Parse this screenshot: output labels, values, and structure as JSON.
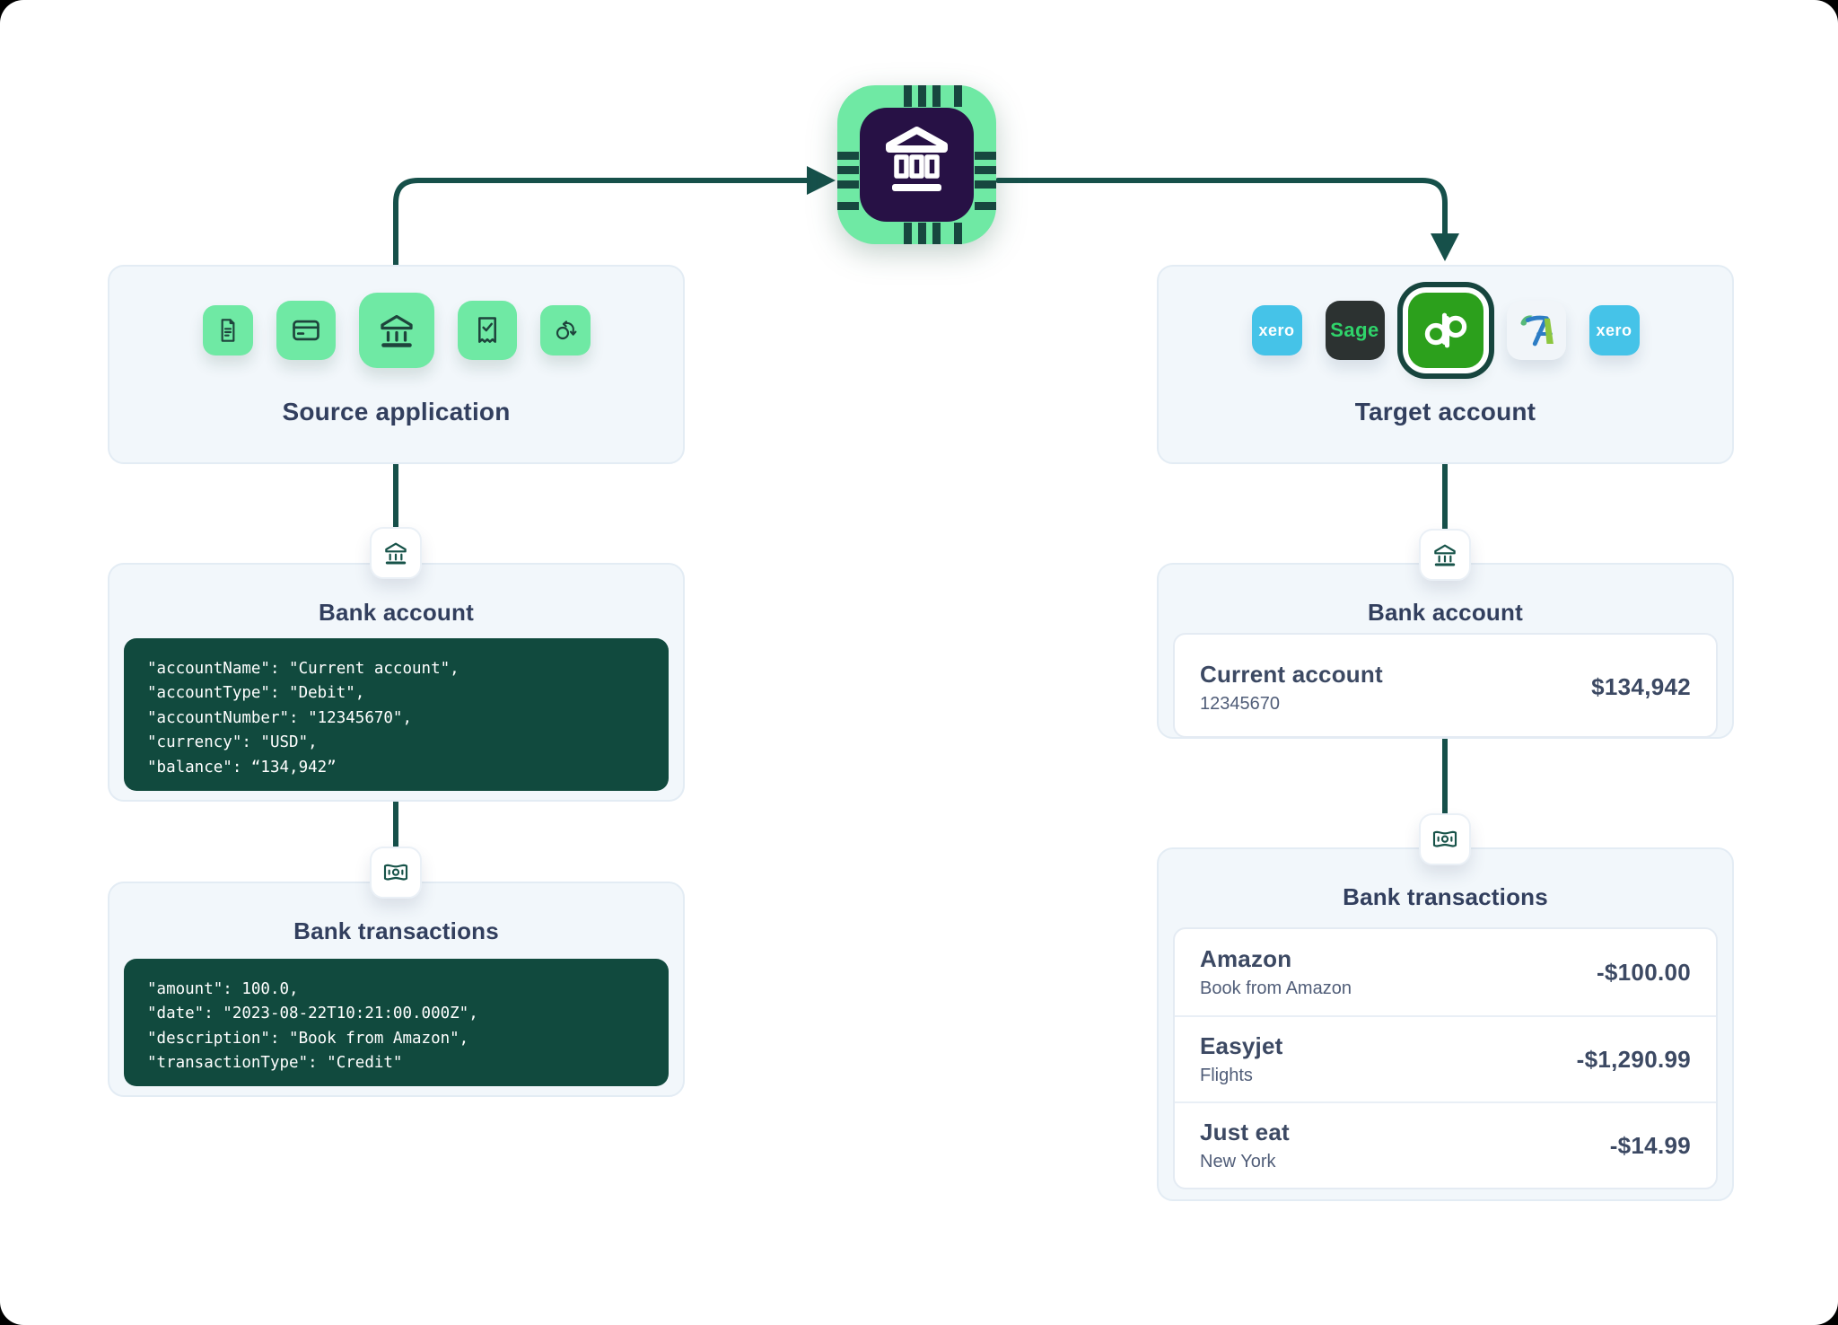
{
  "hub": {
    "icon": "bank-chip"
  },
  "source": {
    "title": "Source application",
    "icons": [
      "document",
      "credit-card",
      "bank",
      "receipt",
      "sync"
    ],
    "bank_account": {
      "title": "Bank account",
      "code_lines": [
        "\"accountName\": \"Current account\",",
        "\"accountType\": \"Debit\",",
        "\"accountNumber\": \"12345670\",",
        "\"currency\": \"USD\",",
        "\"balance\": “134,942”"
      ]
    },
    "bank_transactions": {
      "title": "Bank transactions",
      "code_lines": [
        "\"amount\": 100.0,",
        "\"date\": \"2023-08-22T10:21:00.000Z\",",
        "\"description\": \"Book from Amazon\",",
        "\"transactionType\": \"Credit\""
      ]
    }
  },
  "target": {
    "title": "Target account",
    "logos": [
      {
        "name": "xero",
        "label": "xero",
        "selected": false
      },
      {
        "name": "sage",
        "label": "Sage",
        "selected": false
      },
      {
        "name": "quickbooks",
        "label": "qb",
        "selected": true
      },
      {
        "name": "freeagent",
        "label": "",
        "selected": false
      },
      {
        "name": "xero",
        "label": "xero",
        "selected": false
      }
    ],
    "bank_account": {
      "title": "Bank account",
      "account": {
        "name": "Current account",
        "number": "12345670",
        "balance": "$134,942"
      }
    },
    "bank_transactions": {
      "title": "Bank transactions",
      "rows": [
        {
          "name": "Amazon",
          "description": "Book from Amazon",
          "amount": "-$100.00"
        },
        {
          "name": "Easyjet",
          "description": "Flights",
          "amount": "-$1,290.99"
        },
        {
          "name": "Just eat",
          "description": "New York",
          "amount": "-$14.99"
        }
      ]
    }
  },
  "colors": {
    "page_bg": "#000000",
    "canvas_bg": "#ffffff",
    "panel_bg": "#f2f7fb",
    "panel_border": "#e3ecf4",
    "accent_green": "#6fe9a4",
    "icon_stroke": "#1e443c",
    "wire": "#16504a",
    "code_bg": "#114a3e",
    "code_text": "#ffffff",
    "heading": "#323f5e",
    "text_primary": "#3c4963",
    "text_secondary": "#505d78",
    "chip_green": "#6fe9a4",
    "chip_pin": "#17473f",
    "chip_core": "#271145",
    "xero_blue": "#45c3e8",
    "sage_bg": "#2c3231",
    "sage_green": "#2fd36a",
    "quickbooks_green": "#2ca01c",
    "qb_ring": "#17453e",
    "freeagent_bg": "#f1f5f9",
    "card_bg": "#ffffff",
    "card_border": "#e4ebf3",
    "divider": "#e9eff6"
  }
}
